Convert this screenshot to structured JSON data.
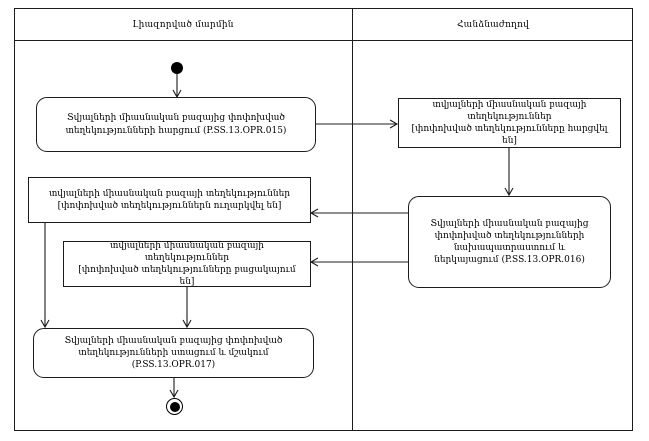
{
  "diagram": {
    "type": "uml-activity-swimlane",
    "colors": {
      "line": "#1c1c1c",
      "background": "#ffffff"
    },
    "lanes": {
      "left": {
        "label": "Լիազորված մարմին"
      },
      "right": {
        "label": "Հանձնաժողով"
      }
    },
    "nodes": {
      "start": {
        "type": "initial-node"
      },
      "activity_query": {
        "type": "activity",
        "text": "Տվյալների միասնական բազայից փոփոխված տեղեկությունների հարցում (P.SS.13.OPR.015)"
      },
      "object_requested": {
        "type": "object",
        "title": "տվյալների միասնական բազայի տեղեկություններ",
        "state": "[փոփոխված տեղեկությունները հարցվել են]"
      },
      "activity_prepare": {
        "type": "activity",
        "text": "Տվյալների միասնական բազայից փոփոխված տեղեկությունների նախապատրաստում և ներկայացում (P.SS.13.OPR.016)"
      },
      "object_sent": {
        "type": "object",
        "title": "տվյալների միասնական բազայի տեղեկություններ",
        "state": "[փոփոխված տեղեկություններն ուղարկվել են]"
      },
      "object_absent": {
        "type": "object",
        "title": "տվյալների միասնական բազայի տեղեկություններ",
        "state": "[փոփոխված տեղեկությունները բացակայում են]"
      },
      "activity_receive": {
        "type": "activity",
        "text": "Տվյալների միասնական բազայից փոփոխված տեղեկությունների ստացում և մշակում (P.SS.13.OPR.017)"
      },
      "end": {
        "type": "final-node"
      }
    },
    "edges": [
      {
        "from": "start",
        "to": "activity_query"
      },
      {
        "from": "activity_query",
        "to": "object_requested"
      },
      {
        "from": "object_requested",
        "to": "activity_prepare"
      },
      {
        "from": "activity_prepare",
        "to": "object_sent"
      },
      {
        "from": "activity_prepare",
        "to": "object_absent"
      },
      {
        "from": "object_sent",
        "to": "activity_receive"
      },
      {
        "from": "object_absent",
        "to": "activity_receive"
      },
      {
        "from": "activity_receive",
        "to": "end"
      }
    ]
  }
}
